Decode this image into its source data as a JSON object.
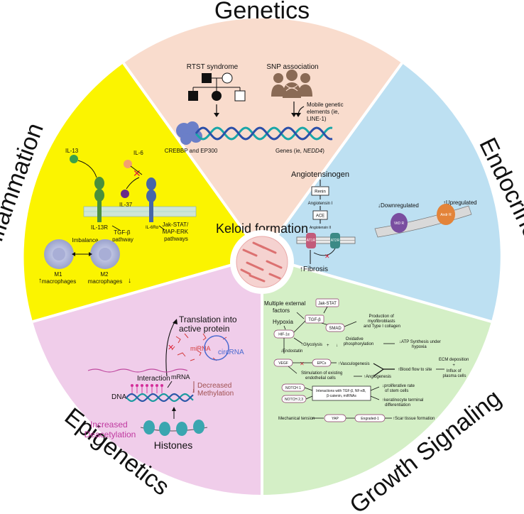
{
  "center": {
    "title": "Keloid formation"
  },
  "sections": {
    "genetics": {
      "title": "Genetics",
      "rtst": "RTST syndrome",
      "snp": "SNP association",
      "mobile": [
        "Mobile genetic",
        "elements (ie,",
        "LINE-1)"
      ],
      "crebbp": "CREBBP and EP300",
      "genes": "Genes (ie, ",
      "nedd4": "NEDD4",
      "genes_close": ")"
    },
    "endocrine": {
      "title": "Endocrine",
      "angiotensinogen": "Angiotensinogen",
      "renin": "Renin",
      "ang1": "Angiotensin I",
      "ace": "ACE",
      "ang2": "Angiotensin II",
      "at1r": "AT1R",
      "at2r": "AT2R",
      "fibrosis": "Fibrosis",
      "down": "Downregulated",
      "up": "Upregulated",
      "vitd": "VitD R",
      "andr": "Andr R"
    },
    "growth": {
      "title": "Growth Signaling",
      "multi": [
        "Multiple external",
        "factors"
      ],
      "jak": "Jak-STAT",
      "tgfb": "TGF-β",
      "hypoxia": "Hypoxia",
      "hif": "HIF-1α",
      "smad": "SMAD",
      "production": [
        "Production of",
        "myofibroblasts",
        "and Type I collagen"
      ],
      "glycolysis": "Glycolysis",
      "oxidative": [
        "Oxidative",
        "phosphorylation"
      ],
      "atp": [
        "ATP Synthesis under",
        "hypoxia"
      ],
      "endostatin": "Endostatin",
      "vegf": "VEGF",
      "epcs": "EPCs",
      "vasculo": "Vasculogenesis",
      "stim": [
        "Stimulation of existing",
        "endothelial cells"
      ],
      "angio": "Angiogenesis",
      "blood": "Blood flow to site",
      "ecm": [
        "ECM deposition",
        "+",
        "Influx of",
        "plasma cells"
      ],
      "notch1": "NOTCH 1",
      "notch23": "NOTCH 2,3",
      "interactions": [
        "Interactions with TGF-β, NF-κB,",
        "β-catenin, miRNAs"
      ],
      "prolif": [
        "proliferative rate",
        "of stem cells"
      ],
      "kerat": [
        "keratinocyte terminal",
        "differentiation"
      ],
      "mech": "Mechanical tension",
      "yap": "YAP",
      "engrailed": "Engrailed-1",
      "scar": "Scar tissue formation"
    },
    "epigenetics": {
      "title": "Epigenetics",
      "translation": [
        "Translation into",
        "active protein"
      ],
      "mirna": "miRNA",
      "circrna": "circRNA",
      "interaction": "Interaction",
      "mrna": "mRNA",
      "decreased": [
        "Decreased",
        "Methylation"
      ],
      "dna": "DNA",
      "increased": [
        "Increased",
        "Deacetylation"
      ],
      "histones": "Histones"
    },
    "inflammation": {
      "title": "Inflammation",
      "il13": "IL-13",
      "il6": "IL-6",
      "il37": "IL-37",
      "il13r": "IL-13R",
      "il6ra": "IL-6Rα",
      "tgfb": [
        "TGF-β",
        "pathway"
      ],
      "jak": [
        "Jak-STAT/",
        "MAP-ERK",
        "pathways"
      ],
      "imbalance": "Imbalance",
      "m1": [
        "M1",
        "macrophages"
      ],
      "m2": [
        "M2",
        "macrophages"
      ]
    }
  },
  "colors": {
    "genetics": "#f9dccd",
    "endocrine": "#bde0f2",
    "growth": "#d4efc6",
    "epigenetics": "#f0cdea",
    "inflammation": "#fbf400",
    "divider": "#ffffff"
  }
}
